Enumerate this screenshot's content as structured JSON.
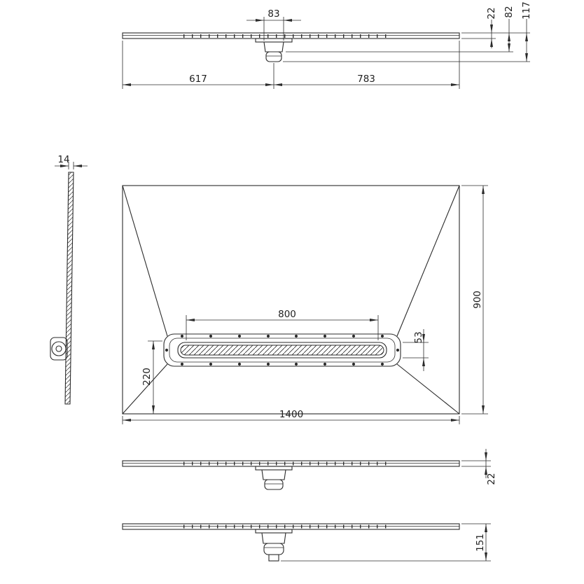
{
  "page": {
    "background": "#ffffff",
    "line_color": "#2b2b2b"
  },
  "views": {
    "top_elevation": {
      "dim_drain_width": "83",
      "dim_edge_thickness": "22",
      "dim_drain_body_depth": "82",
      "dim_overall_depth": "117",
      "dim_left_to_drain": "617",
      "dim_drain_to_right": "783"
    },
    "side_profile": {
      "dim_thickness": "14"
    },
    "plan": {
      "dim_channel_length": "800",
      "dim_channel_width": "53",
      "dim_channel_to_edge": "220",
      "dim_depth": "900",
      "dim_width": "1400"
    },
    "front_elevation": {
      "dim_edge_thickness": "22"
    },
    "front_elevation_trap": {
      "dim_overall_height": "151"
    }
  }
}
